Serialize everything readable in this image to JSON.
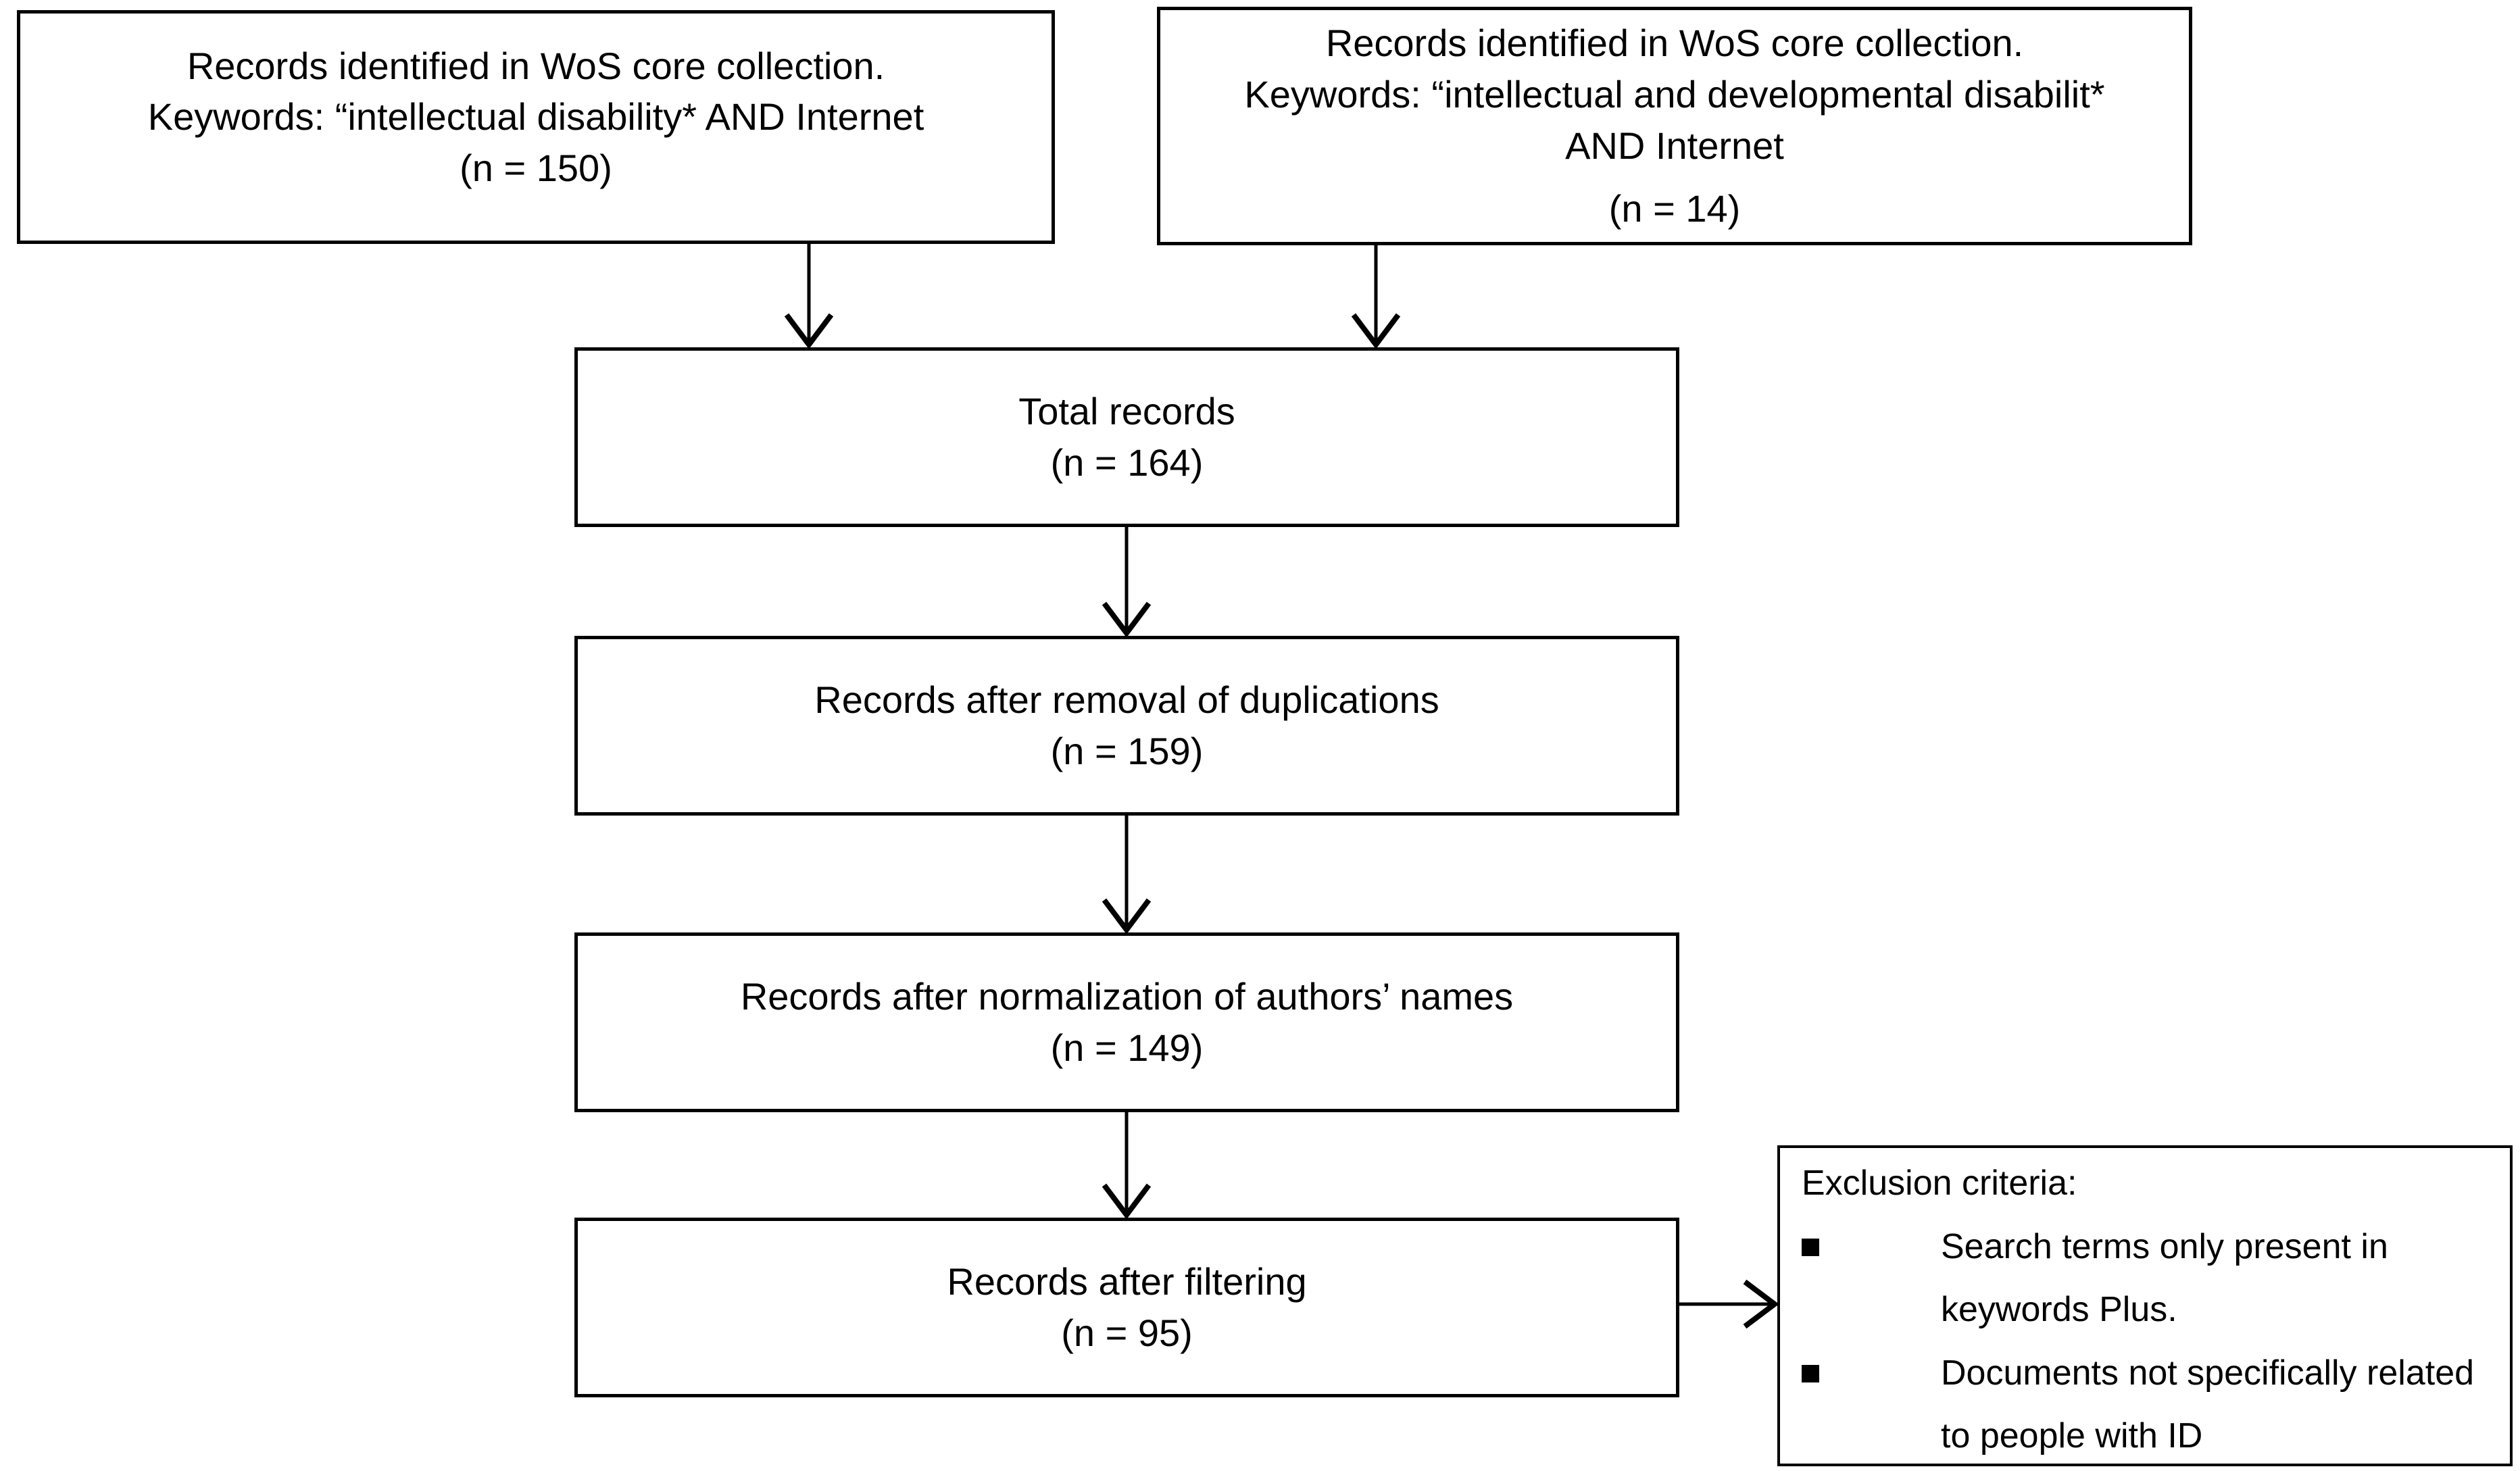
{
  "diagram": {
    "title_semantic": "WoS records screening flowchart",
    "colors": {
      "line": "#000000",
      "background": "#ffffff",
      "text": "#000000"
    },
    "boxes": {
      "source_id": {
        "lines": [
          "Records identified in WoS core collection.",
          "Keywords: “intellectual disability* AND Internet",
          "(n = 150)"
        ]
      },
      "source_idd": {
        "lines": [
          "Records identified in WoS core collection.",
          "Keywords: “intellectual and developmental disabilit*",
          "AND Internet",
          "(n = 14)"
        ]
      },
      "total": {
        "lines": [
          "Total records",
          "(n = 164)"
        ]
      },
      "dedup": {
        "lines": [
          "Records after removal of duplications",
          "(n = 159)"
        ]
      },
      "normalization": {
        "lines": [
          "Records after normalization of authors’ names",
          "(n = 149)"
        ]
      },
      "filtering": {
        "lines": [
          "Records after filtering",
          "(n = 95)"
        ]
      },
      "exclusion": {
        "title": "Exclusion criteria:",
        "items": [
          "Search terms only present in keywords Plus.",
          "Documents not specifically related to people with ID"
        ]
      }
    }
  }
}
